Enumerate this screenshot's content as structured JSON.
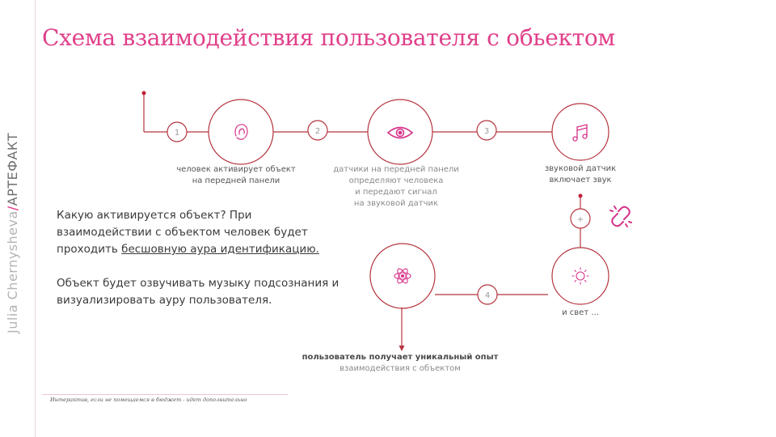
{
  "sidebar": {
    "author": "Julia Chernysheva",
    "separator": "/",
    "brand": "АРТЕФАКТ"
  },
  "title": "Схема взаимодействия пользователя с обьектом",
  "flow": {
    "steps": {
      "s1": "1",
      "s2": "2",
      "s3": "3",
      "s4": "4",
      "plus": "+"
    },
    "nodes": {
      "touch": {
        "icon": "touch-icon",
        "caption_lines": [
          "человек активирует объект",
          "на передней панели"
        ]
      },
      "eye": {
        "icon": "eye-icon",
        "caption_lines": [
          "датчики на передней панели",
          "определяют человека",
          "и передают сигнал",
          "на звуковой датчик"
        ]
      },
      "music": {
        "icon": "music-note-icon",
        "caption_lines": [
          "звуковой датчик",
          "включает звук"
        ]
      },
      "light": {
        "icon": "sun-icon",
        "caption_lines": [
          "и свет ..."
        ]
      },
      "atom": {
        "icon": "atom-icon"
      }
    },
    "link_icon": "broken-link-icon",
    "result": {
      "title": "пользователь получает уникальный опыт",
      "subtitle": "взаимодействия с объектом"
    }
  },
  "description": {
    "p1_start": "Какую активируется объект? При взаимодействии  с объектом человек будет проходить ",
    "p1_link": "бесшовную аура идентификацию.",
    "p2": "Объект будет озвучивать музыку подсознания и визуализировать ауру пользователя."
  },
  "footnote": "Интерактив, если не помещаемся в бюджет - идет дополнительно",
  "colors": {
    "accent": "#e0408a",
    "line": "#b5353f",
    "icon": "#d6338a"
  }
}
